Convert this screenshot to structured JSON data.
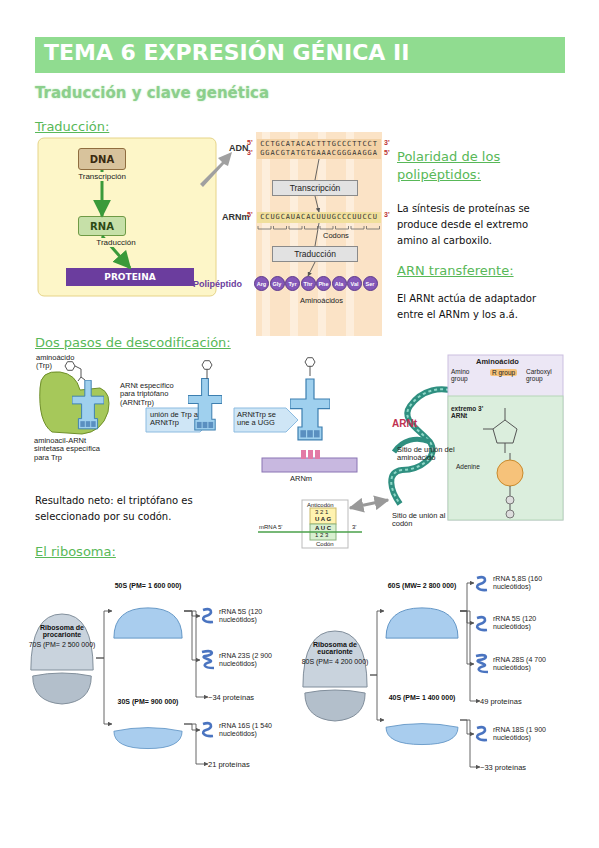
{
  "diagram": {
    "title": "TEMA 6 EXPRESIÓN GÉNICA II",
    "nodes": [
      {
        "text": [
          "DNA"
        ]
      },
      {
        "text": [
          "RNA"
        ]
      },
      {
        "text": [
          "PROTEINA"
        ]
      },
      {
        "text": [
          "CCTGCATACACTTTGCCCTTCCT",
          "GGACGTATGTGAAACGGGAAGGA"
        ]
      },
      {
        "text": [
          "Transcripción"
        ]
      },
      {
        "text": [
          "CCUGCAUACACUUUGCCCUUCCU"
        ]
      },
      {
        "text": [
          "Traducción"
        ]
      },
      {
        "text": [
          "Arg"
        ]
      },
      {
        "text": [
          "Gly"
        ]
      },
      {
        "text": [
          "Tyr"
        ]
      },
      {
        "text": [
          "Thr"
        ]
      },
      {
        "text": [
          "Phe"
        ]
      },
      {
        "text": [
          "Ala"
        ]
      },
      {
        "text": [
          "Val"
        ]
      },
      {
        "text": [
          "Ser"
        ]
      },
      {
        "text": [
          "Ribosoma de procarionte",
          "70S (PM= 2 500 000)"
        ]
      },
      {
        "text": [
          "50S (PM= 1 600 000)"
        ]
      },
      {
        "text": [
          "30S (PM= 900 000)"
        ]
      },
      {
        "text": [
          "rRNA 5S (120 nucleótidos)"
        ]
      },
      {
        "text": [
          "rRNA 23S (2 900 nucleótidos)"
        ]
      },
      {
        "text": [
          "~34 proteínas"
        ]
      },
      {
        "text": [
          "rRNA 16S (1 540 nucleótidos)"
        ]
      },
      {
        "text": [
          "21 proteínas"
        ]
      },
      {
        "text": [
          "Ribosoma de eucarionte",
          "80S (PM= 4 200 000)"
        ]
      },
      {
        "text": [
          "60S (MW= 2 800 000)"
        ]
      },
      {
        "text": [
          "40S (PM= 1 400 000)"
        ]
      },
      {
        "text": [
          "rRNA 5,8S (160 nucleótidos)"
        ]
      },
      {
        "text": [
          "rRNA 5S (120 nucleótidos)"
        ]
      },
      {
        "text": [
          "rRNA 28S (4 700 nucleótidos)"
        ]
      },
      {
        "text": [
          "49 proteínas"
        ]
      },
      {
        "text": [
          "rRNA 18S (1 900 nucleótidos)"
        ]
      },
      {
        "text": [
          "~33 proteínas"
        ]
      }
    ],
    "edges": [
      {
        "from": 0,
        "to": 1,
        "arrow": "to",
        "label": "Transcripción"
      },
      {
        "from": 1,
        "to": 2,
        "arrow": "to",
        "label": "Traducción"
      },
      {
        "from": 3,
        "to": 4,
        "arrow": "none"
      },
      {
        "from": 4,
        "to": 5,
        "arrow": "to"
      },
      {
        "from": 5,
        "to": 6,
        "arrow": "none"
      },
      {
        "from": 6,
        "to": 10,
        "arrow": "to"
      },
      {
        "from": 15,
        "to": 16,
        "arrow": "to"
      },
      {
        "from": 15,
        "to": 17,
        "arrow": "to"
      },
      {
        "from": 16,
        "to": 18,
        "arrow": "to"
      },
      {
        "from": 16,
        "to": 19,
        "arrow": "to"
      },
      {
        "from": 16,
        "to": 20,
        "arrow": "to"
      },
      {
        "from": 17,
        "to": 21,
        "arrow": "to"
      },
      {
        "from": 17,
        "to": 22,
        "arrow": "to"
      },
      {
        "from": 23,
        "to": 24,
        "arrow": "to"
      },
      {
        "from": 23,
        "to": 25,
        "arrow": "to"
      },
      {
        "from": 24,
        "to": 26,
        "arrow": "to"
      },
      {
        "from": 24,
        "to": 27,
        "arrow": "to"
      },
      {
        "from": 24,
        "to": 28,
        "arrow": "to"
      },
      {
        "from": 24,
        "to": 29,
        "arrow": "to"
      },
      {
        "from": 25,
        "to": 30,
        "arrow": "to"
      },
      {
        "from": 25,
        "to": 31,
        "arrow": "to"
      }
    ],
    "labels": [
      "Traducción y clave genética",
      "Traducción:",
      "ADN",
      "5'",
      "3'",
      "3'",
      "5'",
      "ARNm",
      "5'",
      "3'",
      "Codons",
      "Polipéptido",
      "Aminoácidos",
      "Polaridad de los polipéptidos:",
      "La síntesis de proteínas se produce desde el extremo amino al carboxilo.",
      "ARN transferente:",
      "El ARNt actúa de adaptador entre el ARNm y los a.á.",
      "Dos pasos de descodificación:",
      "aminoácido (Trp)",
      "aminoacil-ARNt sintetasa específica para Trp",
      "ARNt específico para triptófano (ARNtTrp)",
      "unión de Trp a ARNtTrp",
      "ARNtTrp se une a UGG",
      "ARNm",
      "Resultado neto: el triptófano es seleccionado por su codón.",
      "ARNt",
      "Sitio de unión del aminoácido",
      "Sitio de unión al codón",
      "Anticodón",
      "3 2 1",
      "U A G",
      "A U C",
      "1 2 3",
      "Codón",
      "mRNA 5'",
      "3'",
      "Aminoácido",
      "Amino group",
      "R group",
      "Carboxyl group",
      "extremo 3' ARNt",
      "Adenine",
      "El ribosoma:"
    ]
  }
}
